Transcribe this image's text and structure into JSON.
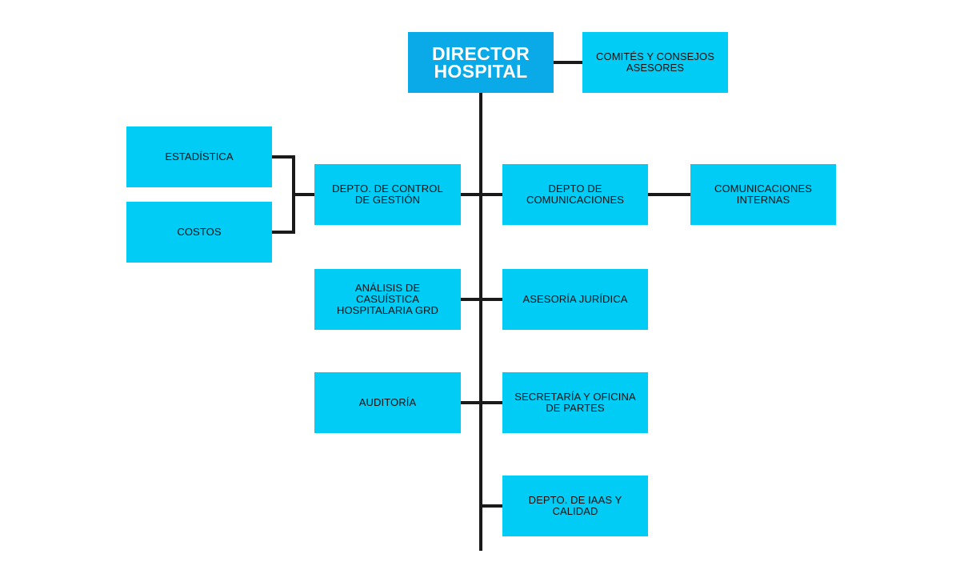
{
  "colors": {
    "box_fill": "#00ccf5",
    "top_box_fill": "#0aa9e8",
    "connector": "#1a1a1a"
  },
  "director": {
    "label": "DIRECTOR\nHOSPITAL"
  },
  "committees": {
    "label": "COMITÉS Y CONSEJOS\nASESORES"
  },
  "left": {
    "control_gestion": {
      "label": "DEPTO. DE CONTROL\nDE GESTIÓN"
    },
    "estadistica": {
      "label": "ESTADÍSTICA"
    },
    "costos": {
      "label": "COSTOS"
    },
    "grd": {
      "label": "ANÁLISIS DE\nCASUÍSTICA\nHOSPITALARIA GRD"
    },
    "auditoria": {
      "label": "AUDITORÍA"
    }
  },
  "right": {
    "comunicaciones": {
      "label": "DEPTO DE\nCOMUNICACIONES"
    },
    "comunicaciones_internas": {
      "label": "COMUNICACIONES\nINTERNAS"
    },
    "juridica": {
      "label": "ASESORÍA JURÍDICA"
    },
    "secretaria": {
      "label": "SECRETARÍA Y OFICINA\nDE PARTES"
    },
    "iaas": {
      "label": "DEPTO. DE IAAS Y\nCALIDAD"
    }
  }
}
